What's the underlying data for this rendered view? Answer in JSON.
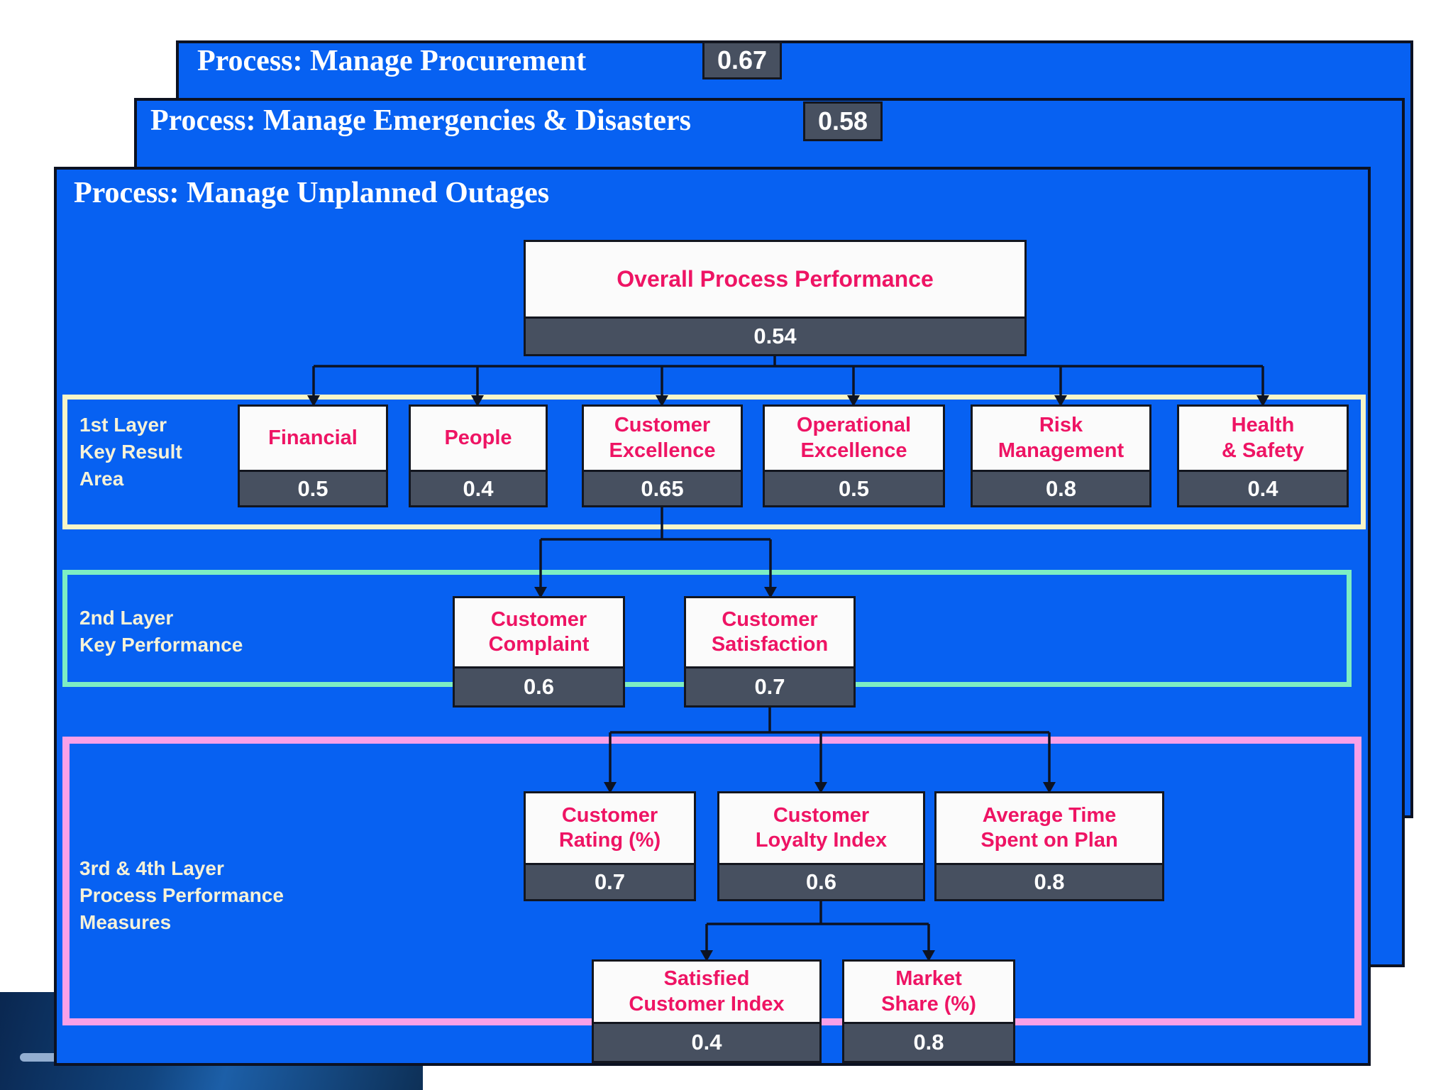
{
  "cards": [
    {
      "title": "Process: Manage Procurement",
      "value": "0.67"
    },
    {
      "title": "Process: Manage Emergencies & Disasters",
      "value": "0.58"
    },
    {
      "title": "Process: Manage Unplanned Outages"
    }
  ],
  "diagram": {
    "root": {
      "label": "Overall Process Performance",
      "value": "0.54"
    },
    "layer_labels": [
      "1st Layer\nKey Result\nArea",
      "2nd Layer\nKey Performance",
      "3rd & 4th Layer\nProcess Performance\nMeasures"
    ],
    "layer1": [
      {
        "label": "Financial",
        "value": "0.5"
      },
      {
        "label": "People",
        "value": "0.4"
      },
      {
        "label": "Customer\nExcellence",
        "value": "0.65"
      },
      {
        "label": "Operational\nExcellence",
        "value": "0.5"
      },
      {
        "label": "Risk\nManagement",
        "value": "0.8"
      },
      {
        "label": "Health\n& Safety",
        "value": "0.4"
      }
    ],
    "layer2": [
      {
        "label": "Customer\nComplaint",
        "value": "0.6"
      },
      {
        "label": "Customer\nSatisfaction",
        "value": "0.7"
      }
    ],
    "layer3": [
      {
        "label": "Customer\nRating (%)",
        "value": "0.7"
      },
      {
        "label": "Customer\nLoyalty Index",
        "value": "0.6"
      },
      {
        "label": "Average Time\nSpent on Plan",
        "value": "0.8"
      }
    ],
    "layer4": [
      {
        "label": "Satisfied\nCustomer Index",
        "value": "0.4"
      },
      {
        "label": "Market\nShare (%)",
        "value": "0.8"
      }
    ]
  },
  "colors": {
    "card_blue": "#0761f2",
    "value_bar_gray": "#475060",
    "accent_pink_text": "#ee1464",
    "frame_yellow": "#f8f5c8",
    "frame_green": "#7deec3",
    "frame_pink": "#f9a0e8",
    "background_navy": "#0d3057"
  }
}
